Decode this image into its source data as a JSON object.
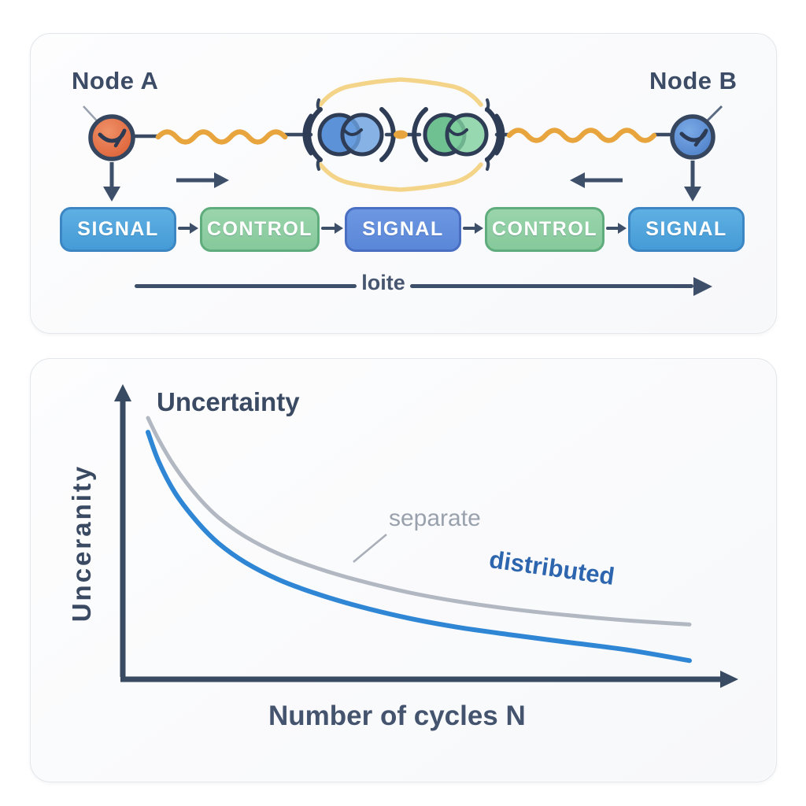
{
  "top_panel": {
    "node_a": {
      "label": "Node A"
    },
    "node_b": {
      "label": "Node B"
    },
    "pipeline": {
      "boxes": [
        {
          "label": "SIGNAL"
        },
        {
          "label": "CONTROL"
        },
        {
          "label": "SIGNAL"
        },
        {
          "label": "CONTROL"
        },
        {
          "label": "SIGNAL"
        }
      ]
    },
    "flow_label": "loite",
    "icons": [
      "clock-node-a-icon",
      "clock-node-b-icon",
      "photon-wavy-line-left",
      "photon-wavy-line-right",
      "entangled-pair-blue",
      "entangled-pair-green",
      "entanglement-envelope-arcs",
      "arrow-down-node-a",
      "arrow-down-node-b",
      "arrow-right-small",
      "arrow-left-small"
    ],
    "colors": {
      "node_a_fill": "#e0663f",
      "node_b_fill": "#5b91d8",
      "photon_amber": "#e8a53e",
      "envelope_pale_yellow": "#f4d489",
      "entangled_blue": "#4e89d4",
      "entangled_green": "#5cb883",
      "signal_box_blue": "#459bd6",
      "signal_mid_box_blue": "#5a87d8",
      "control_box_green": "#86c99b",
      "ink_navy": "#3e4f6a"
    }
  },
  "bottom_panel": {
    "annotation_leader": "separate-curve-pointer-line"
  },
  "chart_data": {
    "type": "line",
    "title": "Uncertainty",
    "xlabel": "Number of cycles N",
    "ylabel": "Unceranity",
    "grid": false,
    "legend_position": "inline text annotations on curves",
    "x_axis": {
      "range_normalized": [
        0,
        1
      ],
      "ticks": []
    },
    "y_axis": {
      "range_normalized": [
        0,
        1
      ],
      "ticks": []
    },
    "series": [
      {
        "name": "separate",
        "color": "#b2b8c2",
        "shape": "slow ~1/sqrt(N) decay (schematic, unlabeled axes)",
        "points": [
          [
            0,
            1.0
          ],
          [
            0.02,
            0.915
          ],
          [
            0.05,
            0.81
          ],
          [
            0.09,
            0.7
          ],
          [
            0.13,
            0.615
          ],
          [
            0.18,
            0.54
          ],
          [
            0.24,
            0.475
          ],
          [
            0.31,
            0.42
          ],
          [
            0.39,
            0.37
          ],
          [
            0.48,
            0.325
          ],
          [
            0.57,
            0.29
          ],
          [
            0.67,
            0.26
          ],
          [
            0.78,
            0.235
          ],
          [
            0.89,
            0.215
          ],
          [
            1.0,
            0.2
          ]
        ]
      },
      {
        "name": "distributed",
        "color": "#2e86d4",
        "shape": "fast ~1/N decay (schematic, unlabeled axes)",
        "points": [
          [
            0,
            0.945
          ],
          [
            0.02,
            0.83
          ],
          [
            0.05,
            0.71
          ],
          [
            0.09,
            0.6
          ],
          [
            0.13,
            0.515
          ],
          [
            0.18,
            0.44
          ],
          [
            0.24,
            0.375
          ],
          [
            0.31,
            0.32
          ],
          [
            0.39,
            0.27
          ],
          [
            0.48,
            0.225
          ],
          [
            0.57,
            0.19
          ],
          [
            0.67,
            0.16
          ],
          [
            0.78,
            0.13
          ],
          [
            0.89,
            0.1
          ],
          [
            1.0,
            0.06
          ]
        ]
      }
    ]
  }
}
